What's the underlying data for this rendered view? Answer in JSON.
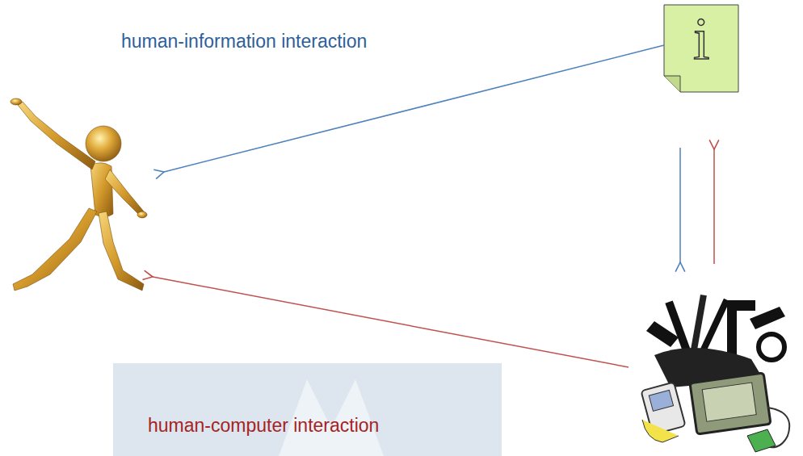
{
  "diagram": {
    "labels": [
      "human-information interaction",
      "human-computer interaction",
      "i"
    ]
  }
}
